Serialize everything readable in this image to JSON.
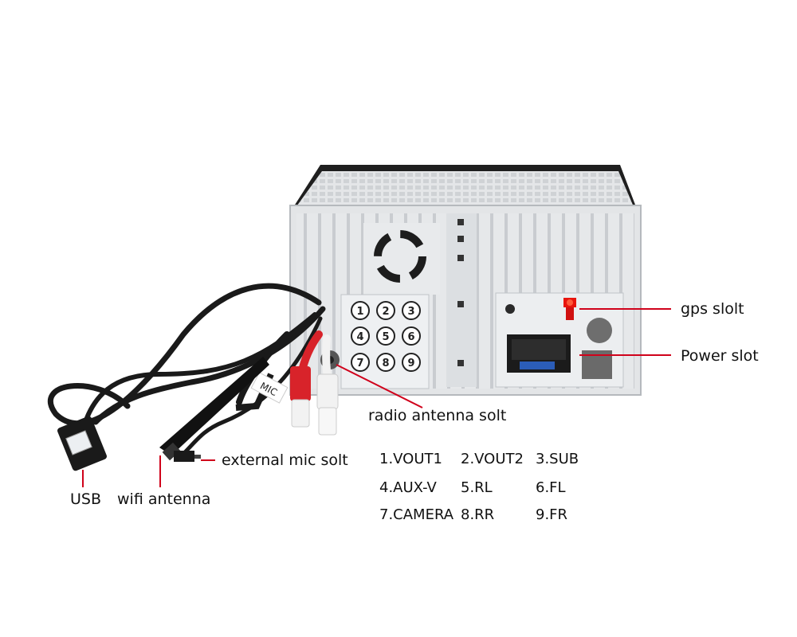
{
  "labels": {
    "gps": "gps slolt",
    "power": "Power slot",
    "radio": "radio antenna solt",
    "mic": "external mic solt",
    "usb": "USB",
    "wifi": "wifi antenna",
    "mic_tag": "MIC"
  },
  "ports": [
    {
      "num": "1",
      "name": "1.VOUT1"
    },
    {
      "num": "2",
      "name": "2.VOUT2"
    },
    {
      "num": "3",
      "name": "3.SUB"
    },
    {
      "num": "4",
      "name": "4.AUX-V"
    },
    {
      "num": "5",
      "name": "5.RL"
    },
    {
      "num": "6",
      "name": "6.FL"
    },
    {
      "num": "7",
      "name": "7.CAMERA"
    },
    {
      "num": "8",
      "name": "8.RR"
    },
    {
      "num": "9",
      "name": "9.FR"
    }
  ],
  "colors": {
    "pointer": "#d0021b",
    "chassis": "#e3e5e7",
    "cable": "#1a1a1a",
    "rca_red": "#d8232a",
    "rca_white": "#f2f2f2",
    "gps_connector": "#e8140c"
  }
}
